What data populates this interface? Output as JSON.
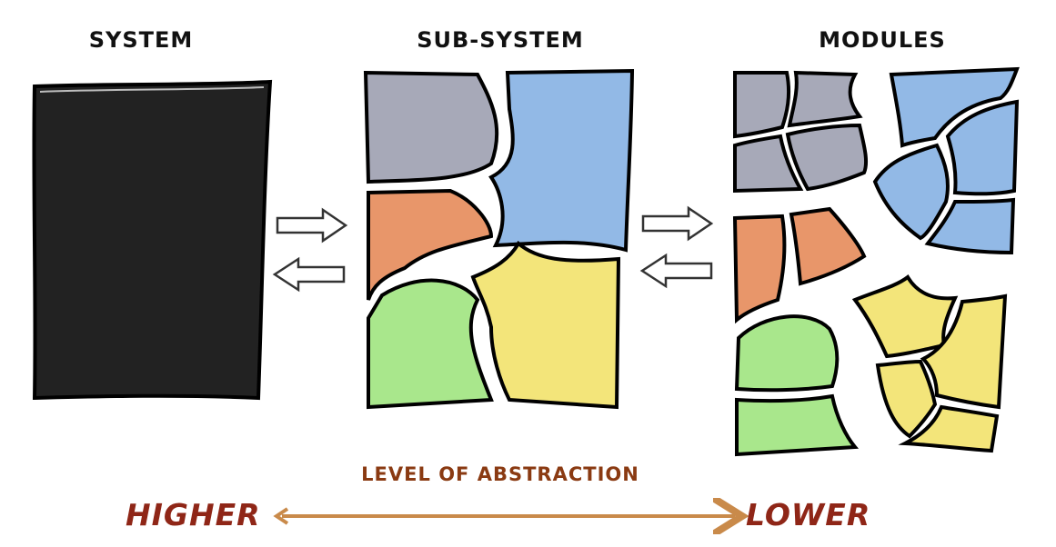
{
  "labels": {
    "system": "SYSTEM",
    "subsystem": "SUB-SYSTEM",
    "modules": "MODULES",
    "level": "LEVEL OF ABSTRACTION",
    "higher": "HIGHER",
    "lower": "LOWER"
  },
  "colors": {
    "system_block": "#222222",
    "grey": "#a7a9b8",
    "blue": "#92b9e6",
    "orange": "#e8966a",
    "green": "#a9e78c",
    "yellow": "#f3e57a",
    "abstraction_arrow": "#c98a4a",
    "higher_text": "#8f2617",
    "lower_text": "#8f2617"
  }
}
